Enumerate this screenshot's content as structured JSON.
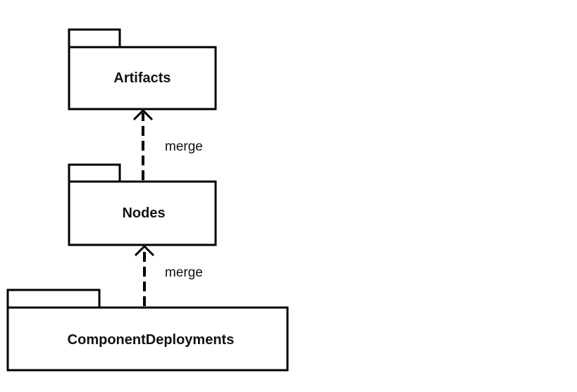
{
  "packages": [
    {
      "id": "artifacts",
      "name": "Artifacts"
    },
    {
      "id": "nodes",
      "name": "Nodes"
    },
    {
      "id": "component-deployments",
      "name": "ComponentDeployments"
    }
  ],
  "dependencies": [
    {
      "from": "nodes",
      "to": "artifacts",
      "stereotype": "merge"
    },
    {
      "from": "component-deployments",
      "to": "nodes",
      "stereotype": "merge"
    }
  ]
}
